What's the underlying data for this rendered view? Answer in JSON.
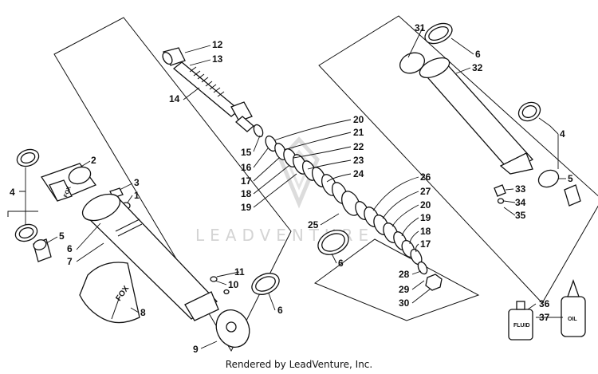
{
  "diagram": {
    "watermark": "LEADVENTURE",
    "footer": "Rendered by LeadVenture, Inc.",
    "brand_marks": [
      "FOX",
      "FOX"
    ],
    "bottle_labels": [
      "FLUID",
      "OIL"
    ],
    "callouts": [
      "12",
      "13",
      "14",
      "2",
      "3",
      "1",
      "4",
      "5",
      "6",
      "7",
      "8",
      "9",
      "10",
      "11",
      "6",
      "15",
      "16",
      "17",
      "18",
      "19",
      "20",
      "21",
      "22",
      "23",
      "24",
      "25",
      "6",
      "26",
      "27",
      "20",
      "19",
      "18",
      "17",
      "28",
      "29",
      "30",
      "31",
      "6",
      "32",
      "4",
      "5",
      "33",
      "34",
      "35",
      "36",
      "37"
    ]
  }
}
